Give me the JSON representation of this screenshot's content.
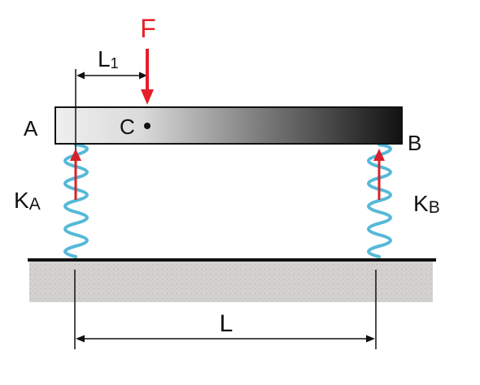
{
  "labels": {
    "force": "F",
    "end_a": "A",
    "end_b": "B",
    "point_c": "C",
    "dim_l1": "L",
    "dim_l1_sub": "1",
    "dim_l": "L",
    "spring_a": "K",
    "spring_a_sub": "A",
    "spring_b": "K",
    "spring_b_sub": "B"
  },
  "colors": {
    "force_arrow": "#e4202a",
    "reaction_arrow": "#d8202a",
    "spring": "#55b9d8",
    "beam_light": "#efefef",
    "beam_dark": "#111111",
    "ground_fill": "#d3d2cf",
    "ground_line": "#111111",
    "text": "#111111"
  }
}
